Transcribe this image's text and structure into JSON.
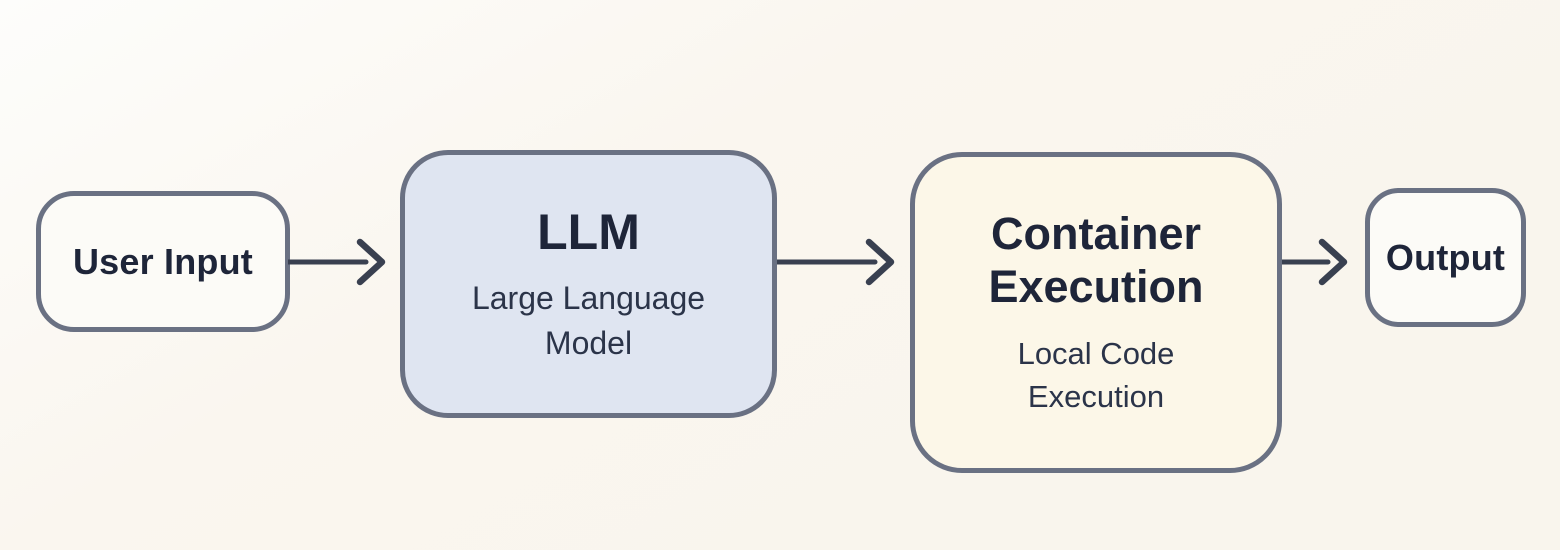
{
  "diagram": {
    "type": "flowchart",
    "direction": "left-to-right",
    "nodes": [
      {
        "id": "user-input",
        "label": "User Input",
        "kind": "io",
        "fill": "#fcfbf7"
      },
      {
        "id": "llm",
        "label": "LLM",
        "sublabel": "Large Language Model",
        "kind": "process",
        "fill": "#dfe5f1"
      },
      {
        "id": "container-execution",
        "label": "Container Execution",
        "sublabel": "Local Code Execution",
        "kind": "process",
        "fill": "#fcf7e8"
      },
      {
        "id": "output",
        "label": "Output",
        "kind": "io",
        "fill": "#fcfbf7"
      }
    ],
    "edges": [
      {
        "from": "user-input",
        "to": "llm"
      },
      {
        "from": "llm",
        "to": "container-execution"
      },
      {
        "from": "container-execution",
        "to": "output"
      }
    ],
    "colors": {
      "background": "#f9f5ed",
      "node_border": "#6a7183",
      "arrow": "#394050",
      "title_text": "#1e2539",
      "subtitle_text": "#2b3449"
    }
  }
}
